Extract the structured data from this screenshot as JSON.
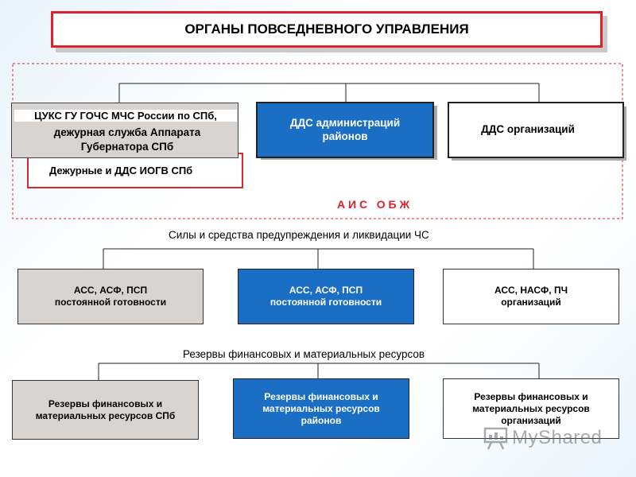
{
  "title": "ОРГАНЫ ПОВСЕДНЕВНОГО УПРАВЛЕНИЯ",
  "management": {
    "tsuks": "ЦУКС ГУ ГОЧС МЧС России по СПб,",
    "duty_service": "дежурная служба Аппарата Губернатора СПб",
    "iogv": "Дежурные и ДДС ИОГВ СПб",
    "dds_districts": "ДДС администраций районов",
    "dds_orgs": "ДДС организаций",
    "ais_label": "А И С   О Б Ж"
  },
  "forces": {
    "heading": "Силы и средства предупреждения и ликвидации ЧС",
    "boxes": [
      {
        "line1": "АСС, АСФ, ПСП",
        "line2": "постоянной готовности"
      },
      {
        "line1": "АСС, АСФ, ПСП",
        "line2": "постоянной готовности"
      },
      {
        "line1": "АСС, НАСФ, ПЧ",
        "line2": "организаций"
      }
    ]
  },
  "reserves": {
    "heading": "Резервы финансовых и материальных ресурсов",
    "boxes": [
      "Резервы финансовых и материальных ресурсов СПб",
      "Резервы финансовых и материальных ресурсов районов",
      "Резервы финансовых и материальных ресурсов организаций"
    ]
  },
  "watermark": "MyShared",
  "colors": {
    "blue": "#1a6fc4",
    "grey": "#d8d4d2",
    "red": "#e0202a"
  }
}
